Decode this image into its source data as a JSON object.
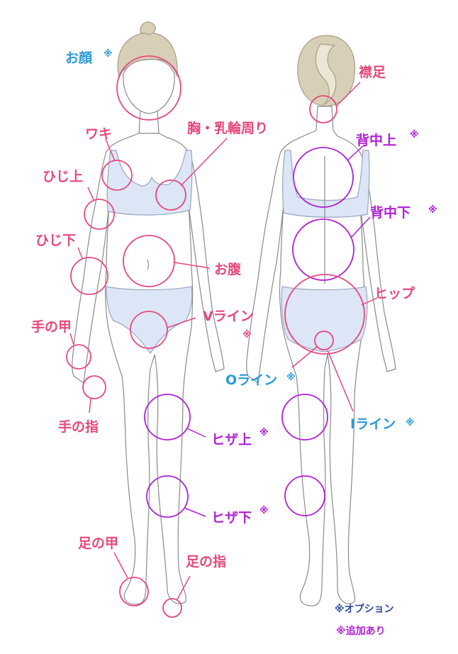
{
  "colors": {
    "pink": "#e8487c",
    "purple": "#b020d8",
    "blue": "#2a9ad8",
    "navy": "#2e4a9c",
    "outline": "#8a8a8a",
    "bra": "#dce6f6",
    "hair": "#d8cfb8",
    "skin": "#ffffff"
  },
  "labels": {
    "face": "お顔",
    "armpit": "ワキ",
    "elbow_upper": "ひじ上",
    "elbow_lower": "ひじ下",
    "back_of_hand": "手の甲",
    "fingers": "手の指",
    "chest": "胸・乳輪周り",
    "belly": "お腹",
    "v_line": "Vライン",
    "knee_upper": "ヒザ上",
    "knee_lower": "ヒザ下",
    "instep": "足の甲",
    "toes": "足の指",
    "nape": "襟足",
    "upper_back": "背中上",
    "lower_back": "背中下",
    "hip": "ヒップ",
    "o_line": "Oライン",
    "i_line": "Iライン"
  },
  "marks": {
    "option": "※",
    "option_note": "※オプション",
    "extra_note": "※追加あり"
  }
}
